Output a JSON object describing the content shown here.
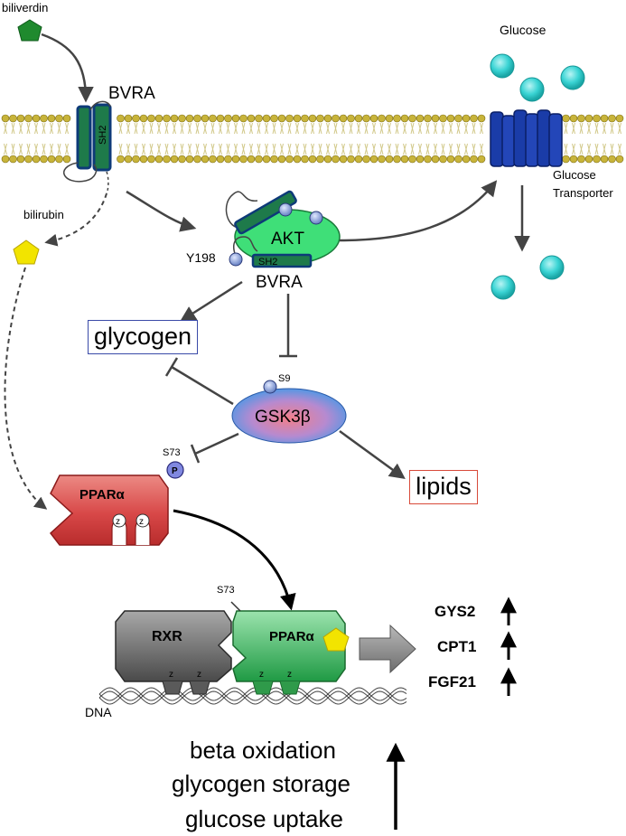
{
  "labels": {
    "biliverdin": "biliverdin",
    "bilirubin": "bilirubin",
    "bvra_top": "BVRA",
    "sh2_top": "SH2",
    "glucose": "Glucose",
    "glucose_transporter_line1": "Glucose",
    "glucose_transporter_line2": "Transporter",
    "akt": "AKT",
    "sh2_complex": "SH2",
    "y198": "Y198",
    "bvra_complex": "BVRA",
    "glycogen": "glycogen",
    "s9": "S9",
    "gsk3b": "GSK3β",
    "s73_top": "S73",
    "phospho": "P",
    "ppara_top": "PPARα",
    "zinc": "z",
    "lipids": "lipids",
    "s73_bottom": "S73",
    "rxr": "RXR",
    "ppara_bottom": "PPARα",
    "dna": "DNA",
    "genes": [
      "GYS2",
      "CPT1",
      "FGF21"
    ],
    "outcomes": [
      "beta oxidation",
      "glycogen storage",
      "glucose uptake"
    ]
  },
  "colors": {
    "membrane_head": "#c8b43a",
    "membrane_tail": "#d2c98a",
    "bvra_blue": "#1f4c8c",
    "bvra_green": "#1e7a4a",
    "akt_green": "#3fdf78",
    "glucose_cyan": "#3ad4d4",
    "transporter_blue": "#1a3ca8",
    "gsk_blue": "#4aa0e6",
    "gsk_pink": "#f08888",
    "ppar_red": "#d84848",
    "phos_purple": "#8088e0",
    "rxr_gray": "#6a6a6a",
    "ppar_green": "#2fae52",
    "pentagon_yellow": "#f2e400",
    "pentagon_green": "#1f8a2e",
    "glycogen_border": "#3a4aa8",
    "lipids_border": "#d84a3a"
  }
}
